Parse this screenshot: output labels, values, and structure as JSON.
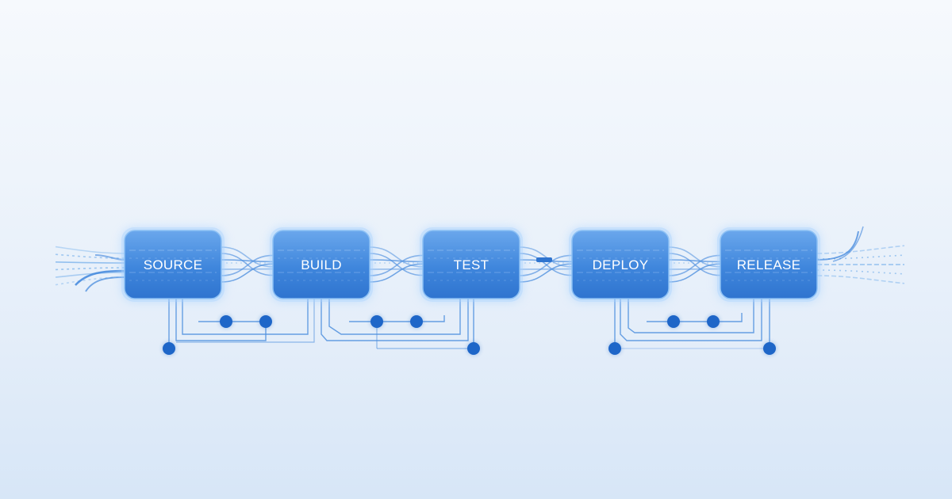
{
  "diagram": {
    "type": "pipeline",
    "stages": [
      {
        "id": "source",
        "label": "SOURCE"
      },
      {
        "id": "build",
        "label": "BUILD"
      },
      {
        "id": "test",
        "label": "TEST"
      },
      {
        "id": "deploy",
        "label": "DEPLOY"
      },
      {
        "id": "release",
        "label": "RELEASE"
      }
    ],
    "colors": {
      "stage_fill": "#3f86dc",
      "stage_highlight": "#6aa7ec",
      "stage_glow": "#a8d2ff",
      "connector": "#4f8fde",
      "node": "#1e66c8",
      "data_stream": "#5aa0e8"
    }
  }
}
